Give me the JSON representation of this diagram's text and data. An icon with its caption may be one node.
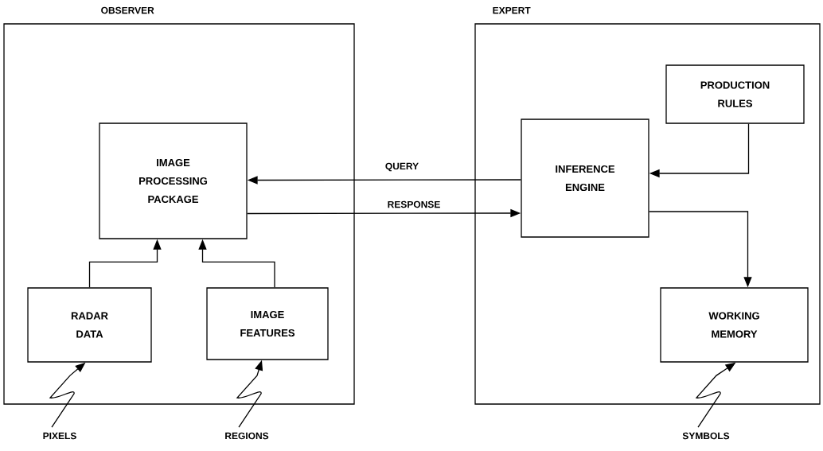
{
  "diagram": {
    "nodes": [
      {
        "text": [
          "OBSERVER"
        ]
      },
      {
        "text": [
          "IMAGE PROCESSING PACKAGE"
        ],
        "in": 0
      },
      {
        "text": [
          "RADAR DATA"
        ],
        "in": 0
      },
      {
        "text": [
          "IMAGE FEATURES"
        ],
        "in": 0
      },
      {
        "text": [
          "EXPERT"
        ]
      },
      {
        "text": [
          "PRODUCTION RULES"
        ],
        "in": 4
      },
      {
        "text": [
          "INFERENCE ENGINE"
        ],
        "in": 4
      },
      {
        "text": [
          "WORKING MEMORY"
        ],
        "in": 4
      },
      {
        "text": [
          "PIXELS"
        ]
      },
      {
        "text": [
          "REGIONS"
        ]
      },
      {
        "text": [
          "SYMBOLS"
        ]
      }
    ],
    "edges": [
      {
        "from": 2,
        "to": 1,
        "arrow": "to"
      },
      {
        "from": 3,
        "to": 1,
        "arrow": "to"
      },
      {
        "from": 6,
        "to": 1,
        "arrow": "to",
        "label": "QUERY"
      },
      {
        "from": 1,
        "to": 6,
        "arrow": "to",
        "label": "RESPONSE"
      },
      {
        "from": 5,
        "to": 6,
        "arrow": "to"
      },
      {
        "from": 6,
        "to": 7,
        "arrow": "to"
      },
      {
        "from": 8,
        "to": 2,
        "arrow": "to"
      },
      {
        "from": 9,
        "to": 3,
        "arrow": "to"
      },
      {
        "from": 10,
        "to": 7,
        "arrow": "to"
      }
    ]
  }
}
